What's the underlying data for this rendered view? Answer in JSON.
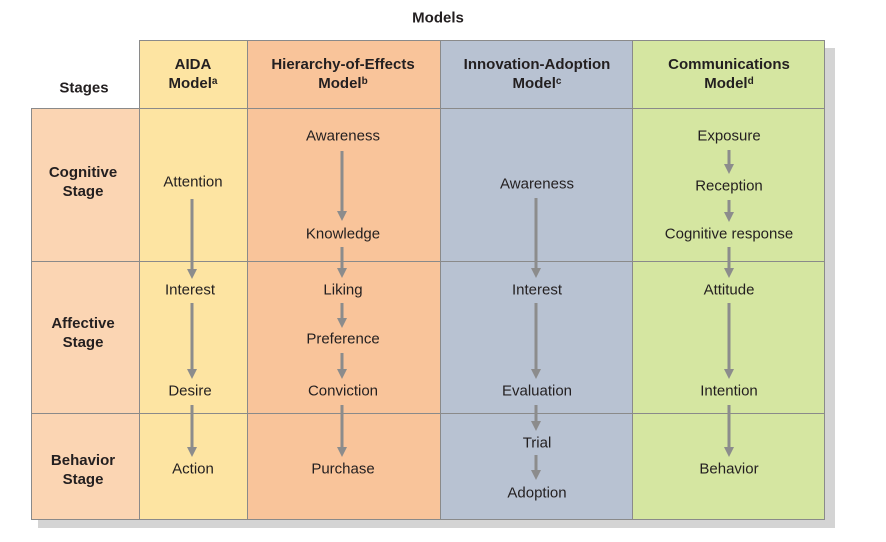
{
  "title": "Models",
  "stages_header": "Stages",
  "stages": [
    {
      "id": "cognitive",
      "line1": "Cognitive",
      "line2": "Stage"
    },
    {
      "id": "affective",
      "line1": "Affective",
      "line2": "Stage"
    },
    {
      "id": "behavior",
      "line1": "Behavior",
      "line2": "Stage"
    }
  ],
  "colors": {
    "stages": "#fbd5b3",
    "aida": "#fde4a2",
    "hierarchy": "#f9c49a",
    "innovation": "#b8c2d2",
    "communications": "#d5e6a1",
    "border": "#8a8a8a",
    "arrow": "#8c8c8c",
    "shadow": "#d4d4d4"
  },
  "models": [
    {
      "id": "aida",
      "header_line1": "AIDA",
      "header_line2": "Model",
      "sup": "a",
      "steps": [
        "Attention",
        "Interest",
        "Desire",
        "Action"
      ]
    },
    {
      "id": "hierarchy",
      "header_line1": "Hierarchy-of-Effects",
      "header_line2": "Model",
      "sup": "b",
      "steps": [
        "Awareness",
        "Knowledge",
        "Liking",
        "Preference",
        "Conviction",
        "Purchase"
      ]
    },
    {
      "id": "innovation",
      "header_line1": "Innovation-Adoption",
      "header_line2": "Model",
      "sup": "c",
      "steps": [
        "Awareness",
        "Interest",
        "Evaluation",
        "Trial",
        "Adoption"
      ]
    },
    {
      "id": "communications",
      "header_line1": "Communications",
      "header_line2": "Model",
      "sup": "d",
      "steps": [
        "Exposure",
        "Reception",
        "Cognitive response",
        "Attitude",
        "Intention",
        "Behavior"
      ]
    }
  ]
}
